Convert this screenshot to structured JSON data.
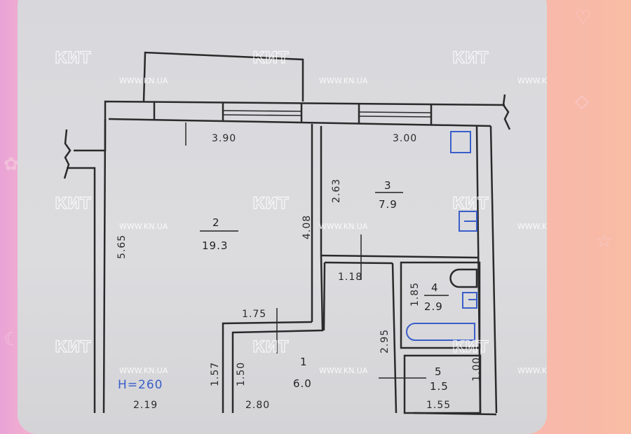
{
  "watermark": {
    "brand": "КИТ",
    "url": "WWW.KN.UA"
  },
  "rooms": [
    {
      "number": "2",
      "area": "19.3"
    },
    {
      "number": "3",
      "area": "7.9"
    },
    {
      "number": "4",
      "area": "2.9"
    },
    {
      "number": "5",
      "area": "1.5"
    },
    {
      "number": "1",
      "area": "6.0"
    }
  ],
  "dimensions": {
    "d390": "3.90",
    "d300": "3.00",
    "d565": "5.65",
    "d408": "4.08",
    "d263": "2.63",
    "d118": "1.18",
    "d185": "1.85",
    "d295": "2.95",
    "d175": "1.75",
    "d157": "1.57",
    "d150": "1.50",
    "d219": "2.19",
    "d280": "2.80",
    "d155": "1.55",
    "d100": "1.00"
  },
  "ceiling_height": "H=260",
  "colors": {
    "ink": "#2a2a2a",
    "blue_pen": "#3a5ec8",
    "paper": "#d9d9dc"
  }
}
